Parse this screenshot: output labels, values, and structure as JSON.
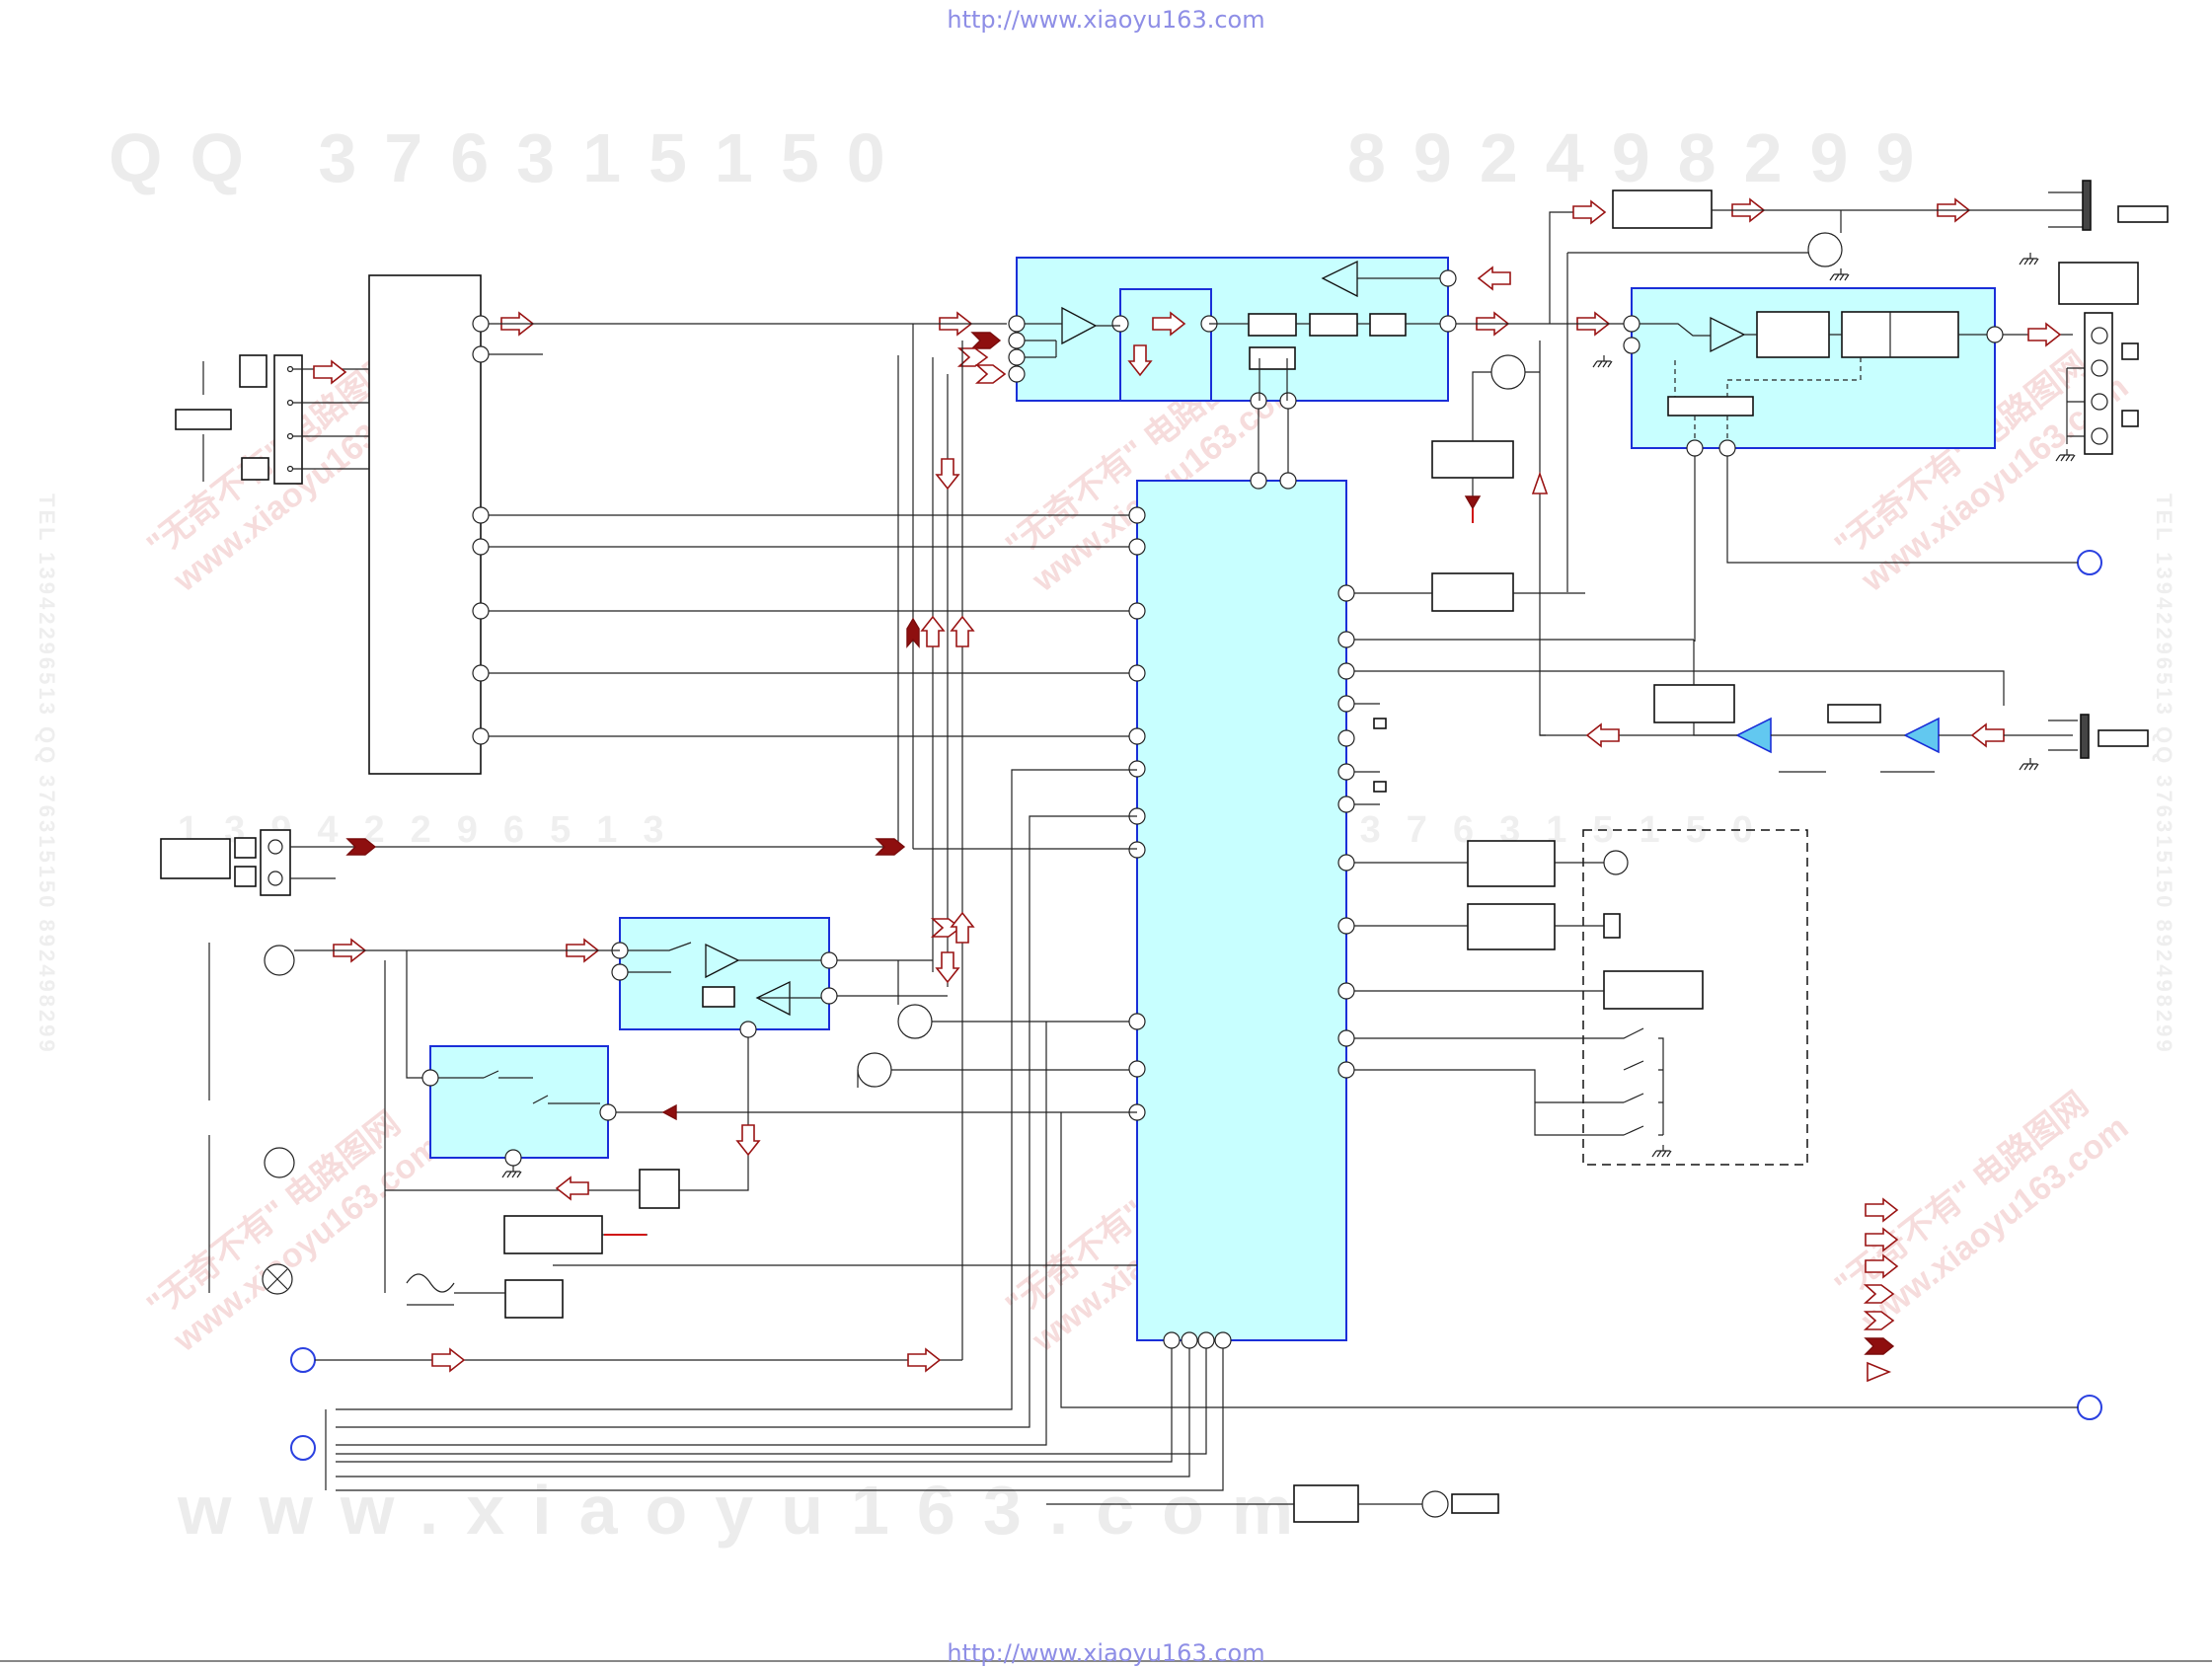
{
  "header": {
    "url_top": "http://www.xiaoyu163.com",
    "url_bottom": "http://www.xiaoyu163.com"
  },
  "watermarks": {
    "qq_line": "QQ 376315150",
    "number_line": "892498299",
    "website_line": "www.xiaoyu163.com",
    "phone_line": "13942296513",
    "tel_side": "TEL 13942296513 QQ 376315150 892498299",
    "stamp_line1": "\"无奇不有\" 电路图网",
    "stamp_line2": "www.xiaoyu163.com"
  },
  "colors": {
    "ic_fill": "#c8ffff",
    "ic_border": "#1a2fd8",
    "signal_arrow": "#9a1414",
    "wire": "#222222",
    "terminal": "#2a40e0"
  }
}
